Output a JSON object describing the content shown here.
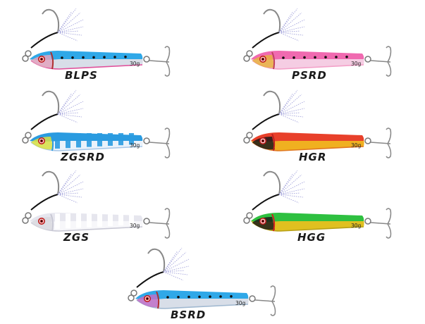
{
  "catalog": {
    "lures": [
      {
        "code": "BLPS",
        "weight": "30g",
        "back": "#2fa8e8",
        "belly": "#d8dee8",
        "edge": "#e0509a",
        "head": "#e3a4be",
        "gill": "#b03030",
        "pattern": "dots"
      },
      {
        "code": "PSRD",
        "weight": "30g",
        "back": "#f06ab0",
        "belly": "#f5cde3",
        "edge": "#f3a0c8",
        "head": "#e8b040",
        "gill": "#c04060",
        "pattern": "dots"
      },
      {
        "code": "ZGSRD",
        "weight": "30g",
        "back": "#2a9be0",
        "belly": "#eaf2fb",
        "edge": "#a8c8e8",
        "head": "#d8e040",
        "gill": "#2a9be0",
        "pattern": "zebra"
      },
      {
        "code": "HGR",
        "weight": "30g",
        "back": "#e8402a",
        "belly": "#f0b020",
        "edge": "#e07820",
        "head": "#1a1a1a",
        "gill": "#c02020",
        "pattern": "plain"
      },
      {
        "code": "ZGS",
        "weight": "30g",
        "back": "#e6e6ee",
        "belly": "#f7f7fa",
        "edge": "#c8c8d4",
        "head": "#d8d8de",
        "gill": "#c8c8d4",
        "pattern": "zebra-white"
      },
      {
        "code": "HGG",
        "weight": "30g",
        "back": "#2ec040",
        "belly": "#e0c020",
        "edge": "#b8a018",
        "head": "#1a1a1a",
        "gill": "#d02020",
        "pattern": "plain"
      },
      {
        "code": "BSRD",
        "weight": "30g",
        "back": "#2fa8e8",
        "belly": "#d8dee8",
        "edge": "#a0b8d0",
        "head": "#c070c8",
        "gill": "#b03030",
        "pattern": "dots"
      }
    ]
  }
}
